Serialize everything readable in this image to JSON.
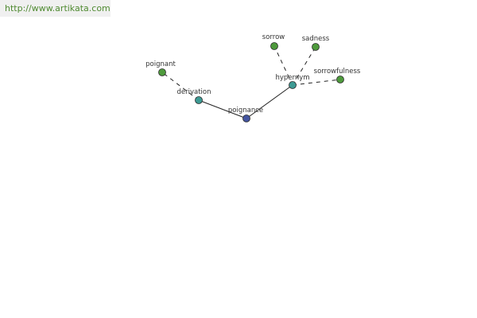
{
  "header": {
    "url": "http://www.artikata.com"
  },
  "colors": {
    "center_node": "#4455a0",
    "relation_node": "#3d9a93",
    "word_node": "#4e9a3c",
    "node_stroke": "#2a2a2a",
    "edge": "#222222",
    "url_text": "#4f8a31",
    "url_bg": "#f0f0f0"
  },
  "graph": {
    "center": {
      "id": "poignance",
      "label": "poignance"
    },
    "relations": [
      {
        "id": "derivation",
        "label": "derivation"
      },
      {
        "id": "hypernym",
        "label": "hypernym"
      }
    ],
    "words": [
      {
        "id": "poignant",
        "label": "poignant",
        "relation": "derivation"
      },
      {
        "id": "sorrow",
        "label": "sorrow",
        "relation": "hypernym"
      },
      {
        "id": "sadness",
        "label": "sadness",
        "relation": "hypernym"
      },
      {
        "id": "sorrowfulness",
        "label": "sorrowfulness",
        "relation": "hypernym"
      }
    ]
  }
}
